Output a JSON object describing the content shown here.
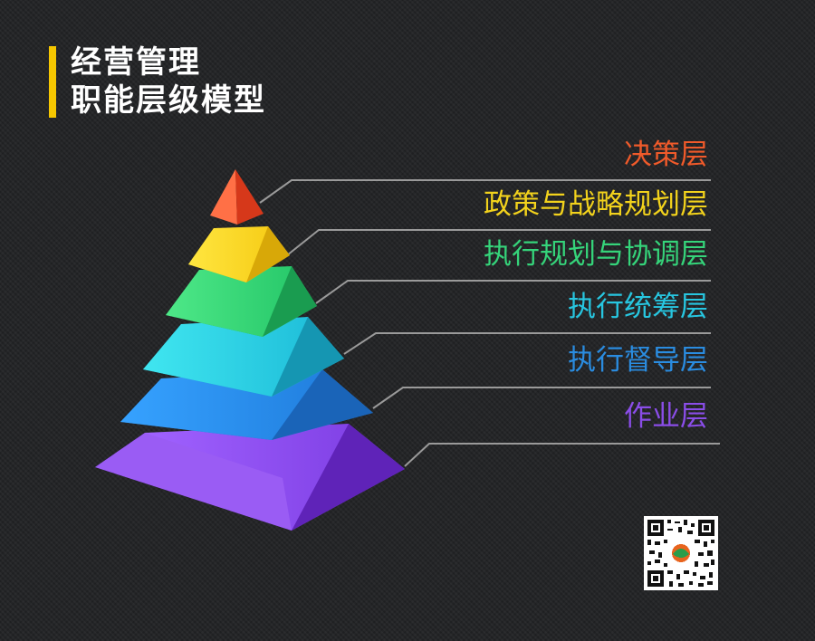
{
  "title": {
    "line1": "经营管理",
    "line2": "职能层级模型"
  },
  "layers": [
    {
      "label": "决策层",
      "color": "#f05a2a"
    },
    {
      "label": "政策与战略规划层",
      "color": "#f2d21c"
    },
    {
      "label": "执行规划与协调层",
      "color": "#35d47a"
    },
    {
      "label": "执行统筹层",
      "color": "#27c6e0"
    },
    {
      "label": "执行督导层",
      "color": "#2a8ce0"
    },
    {
      "label": "作业层",
      "color": "#8a4de8"
    }
  ],
  "qr_code": {
    "icon": "qr-code-icon"
  }
}
